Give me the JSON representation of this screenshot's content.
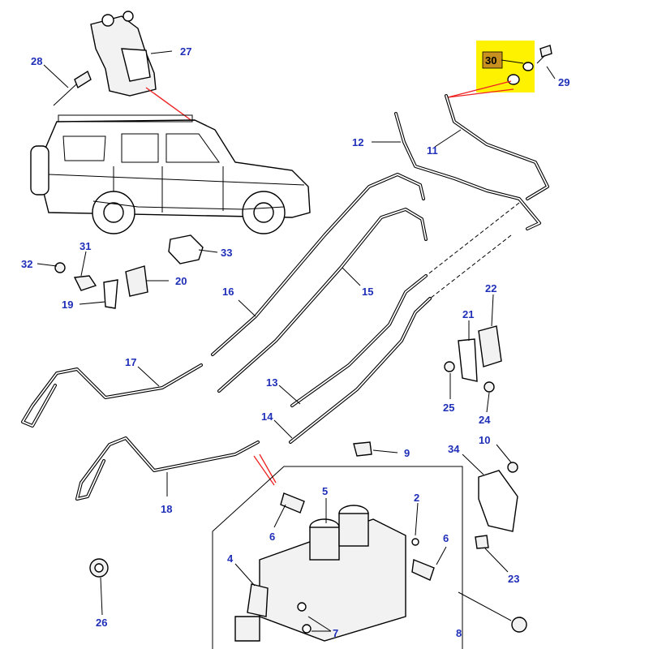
{
  "callouts": {
    "c2": "2",
    "c4": "4",
    "c5": "5",
    "c6a": "6",
    "c6b": "6",
    "c7": "7",
    "c8": "8",
    "c9": "9",
    "c10": "10",
    "c11": "11",
    "c12": "12",
    "c13": "13",
    "c14": "14",
    "c15": "15",
    "c16": "16",
    "c17": "17",
    "c18": "18",
    "c19": "19",
    "c20": "20",
    "c21": "21",
    "c22": "22",
    "c23": "23",
    "c24": "24",
    "c25": "25",
    "c26": "26",
    "c27": "27",
    "c28": "28",
    "c29": "29",
    "c30": "30",
    "c31": "31",
    "c32": "32",
    "c33": "33",
    "c34": "34"
  },
  "colors": {
    "callout_text": "#1f2fb8",
    "highlight": "#fff200",
    "highlight_label_bg": "#c8901e",
    "leader_red": "#e22222"
  }
}
